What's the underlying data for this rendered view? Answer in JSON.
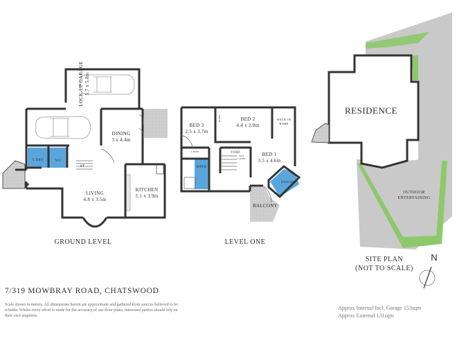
{
  "rooms": {
    "garage_title": "LOCK-UP GARAGE",
    "garage_dim": "5.7 x 5.8m",
    "dining": "DINING",
    "dining_dim": "3 x 4.4m",
    "lry": "L'DRY",
    "wc": "WC",
    "st": "ST",
    "living": "LIVING",
    "living_dim": "4.8 x 3.5m",
    "kitchen": "KITCHEN",
    "kitchen_dim": "3.1 x 3.9m",
    "bed3": "BED 3",
    "bed3_dim": "2.5 x 3.7m",
    "bed2": "BED 2",
    "bed2_dim": "4.4 x 2.8m",
    "walk_in_robe": "WALK IN ROBE",
    "void": "VOID",
    "bath": "BATH",
    "bed1": "BED 1",
    "bed1_dim": "3.5 x 4.6m",
    "ensuite": "ENSUITE",
    "balcony": "BALCONY",
    "robe": "ROBE",
    "linen": "LINEN",
    "skylight": "SKY LIGHT",
    "residence": "RESIDENCE",
    "outdoor": "OUTDOOR",
    "entertaining": "ENTERTAINING"
  },
  "levels": {
    "ground": "GROUND LEVEL",
    "one": "LEVEL ONE",
    "site_plan": "SITE PLAN",
    "not_to_scale": "(NOT TO SCALE)",
    "north": "N"
  },
  "footer": {
    "address": "7/319 MOWBRAY ROAD, CHATSWOOD",
    "disclaimer": "Scale shown in meters. All dimensions herein are approximate and gathered from sources believed to be reliable. Whilst every effort is made for the accuracy of our floor plans, interested parties should rely on their own enquiries.",
    "internal_area": "Approx Internal Incl. Garage 153sqm",
    "external_area": "Approx External 131sqm"
  },
  "colors": {
    "wall": "#333333",
    "wet_area": "#5aa6dc",
    "outdoor": "#c9c9c9",
    "garden": "#8dc96b"
  }
}
